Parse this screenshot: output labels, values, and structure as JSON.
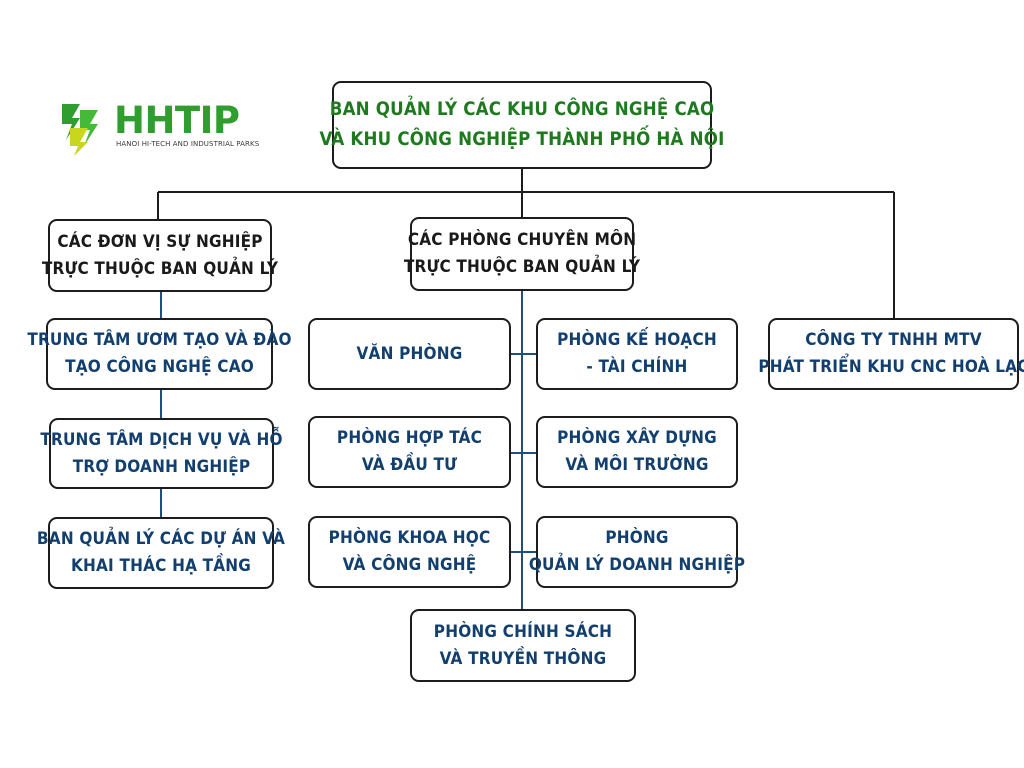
{
  "logo": {
    "name": "HHTIP",
    "tagline": "HANOI HI-TECH AND INDUSTRIAL PARKS"
  },
  "root": {
    "line1": "BAN QUẢN LÝ CÁC KHU CÔNG NGHỆ CAO",
    "line2": "VÀ KHU CÔNG NGHIỆP THÀNH PHỐ HÀ NỘI"
  },
  "left": {
    "header": {
      "line1": "CÁC ĐƠN VỊ SỰ NGHIỆP",
      "line2": "TRỰC THUỘC BAN QUẢN LÝ"
    },
    "units": [
      {
        "line1": "TRUNG TÂM ƯƠM TẠO VÀ ĐÀO",
        "line2": "TẠO CÔNG NGHỆ CAO"
      },
      {
        "line1": "TRUNG TÂM DỊCH VỤ VÀ HỖ",
        "line2": "TRỢ DOANH NGHIỆP"
      },
      {
        "line1": "BAN QUẢN LÝ CÁC DỰ ÁN VÀ",
        "line2": "KHAI THÁC HẠ TẦNG"
      }
    ]
  },
  "middle": {
    "header": {
      "line1": "CÁC PHÒNG CHUYÊN MÔN",
      "line2": "TRỰC THUỘC BAN QUẢN LÝ"
    },
    "left_units": [
      {
        "line1": "VĂN PHÒNG",
        "line2": ""
      },
      {
        "line1": "PHÒNG HỢP TÁC",
        "line2": "VÀ ĐẦU TƯ"
      },
      {
        "line1": "PHÒNG KHOA HỌC",
        "line2": "VÀ CÔNG NGHỆ"
      }
    ],
    "right_units": [
      {
        "line1": "PHÒNG KẾ HOẠCH",
        "line2": "- TÀI CHÍNH"
      },
      {
        "line1": "PHÒNG XÂY DỰNG",
        "line2": "VÀ MÔI TRƯỜNG"
      },
      {
        "line1": "PHÒNG",
        "line2": "QUẢN LÝ DOANH NGHIỆP"
      }
    ],
    "bottom_unit": {
      "line1": "PHÒNG CHÍNH SÁCH",
      "line2": "VÀ TRUYỀN THÔNG"
    }
  },
  "right": {
    "company": {
      "line1": "CÔNG TY TNHH MTV",
      "line2": "PHÁT TRIỂN KHU CNC HOÀ LẠC"
    }
  },
  "colors": {
    "root_text": "#1f7a1f",
    "unit_text": "#123f6e",
    "category_text": "#1a1a1a",
    "logo_green": "#2f9e2f",
    "connector": "#1f4f82"
  }
}
